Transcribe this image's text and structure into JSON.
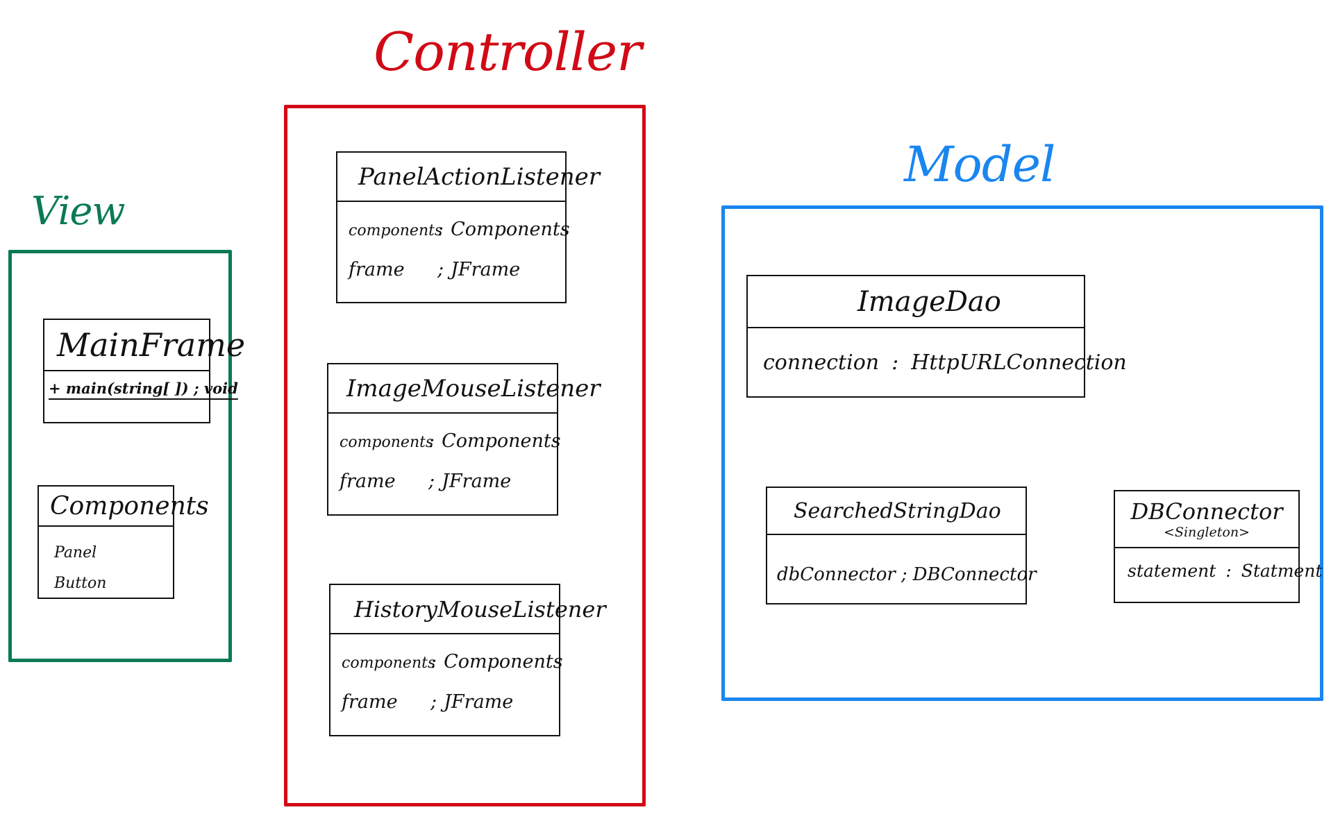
{
  "packages": {
    "view": {
      "title": "View",
      "color": "#0a7a55",
      "classes": {
        "mainframe": {
          "name": "MainFrame",
          "operation": "+ main(string[ ]) ; void"
        },
        "components": {
          "name": "Components",
          "fields": [
            "Panel",
            "Button"
          ]
        }
      }
    },
    "controller": {
      "title": "Controller",
      "color": "#d10a16",
      "classes": {
        "panel_action_listener": {
          "name": "PanelActionListener",
          "attributes": [
            {
              "name": "components",
              "sep": ":",
              "type": "Components"
            },
            {
              "name": "frame",
              "sep": ";",
              "type": "JFrame"
            }
          ]
        },
        "image_mouse_listener": {
          "name": "ImageMouseListener",
          "attributes": [
            {
              "name": "components",
              "sep": ":",
              "type": "Components"
            },
            {
              "name": "frame",
              "sep": ";",
              "type": "JFrame"
            }
          ]
        },
        "history_mouse_listener": {
          "name": "HistoryMouseListener",
          "attributes": [
            {
              "name": "components",
              "sep": ":",
              "type": "Components"
            },
            {
              "name": "frame",
              "sep": ";",
              "type": "JFrame"
            }
          ]
        }
      }
    },
    "model": {
      "title": "Model",
      "color": "#1a86f0",
      "classes": {
        "image_dao": {
          "name": "ImageDao",
          "attributes": [
            {
              "name": "connection",
              "sep": ":",
              "type": "HttpURLConnection"
            }
          ]
        },
        "searched_string_dao": {
          "name": "SearchedStringDao",
          "attributes": [
            {
              "name": "dbConnector",
              "sep": ";",
              "type": "DBConnector"
            }
          ]
        },
        "db_connector": {
          "name": "DBConnector",
          "stereotype": "<Singleton>",
          "attributes": [
            {
              "name": "statement",
              "sep": ":",
              "type": "Statment"
            }
          ]
        }
      }
    }
  }
}
